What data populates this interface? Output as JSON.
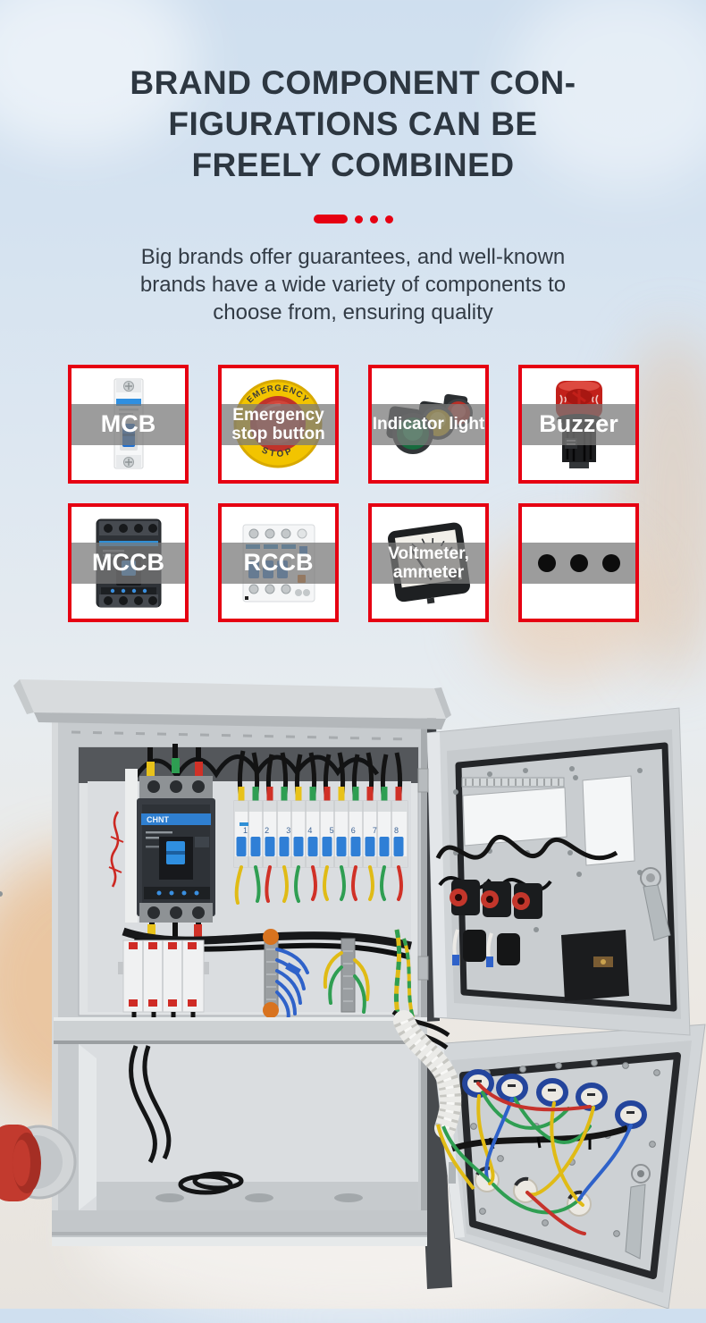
{
  "header": {
    "title_lines": [
      "BRAND COMPONENT CON-",
      "FIGURATIONS CAN BE",
      "FREELY COMBINED"
    ],
    "subtitle_lines": [
      "Big brands offer guarantees, and well-known",
      "brands have a wide variety of components to",
      "choose from, ensuring quality"
    ],
    "divider_style": "red-bar-and-three-dots"
  },
  "colors": {
    "accent_red": "#e60012",
    "heading_text": "#2d3741",
    "label_band_gray": "rgba(121,121,121,0.74)",
    "label_text": "#ffffff"
  },
  "cards": [
    {
      "label": "MCB",
      "icon": "mcb-breaker-photo"
    },
    {
      "label": "Emergency stop button",
      "icon": "emergency-stop-photo",
      "image_text_top": "EMERGENCY",
      "image_text_bottom": "STOP"
    },
    {
      "label": "Indicator light",
      "icon": "indicator-lights-photo"
    },
    {
      "label": "Buzzer",
      "icon": "buzzer-photo"
    },
    {
      "label": "MCCB",
      "icon": "mccb-breaker-photo"
    },
    {
      "label": "RCCB",
      "icon": "rccb-breaker-photo"
    },
    {
      "label": "Voltmeter, ammeter",
      "icon": "panel-meter-photo"
    },
    {
      "label": "",
      "icon": "ellipsis-icon"
    }
  ],
  "cabinet": {
    "photo_subject": "outdoor-distribution-box-open-doors",
    "breaker_brand": "CHNT",
    "breaker_row_numbers": "1 2 3 4 5 6 7 8"
  }
}
